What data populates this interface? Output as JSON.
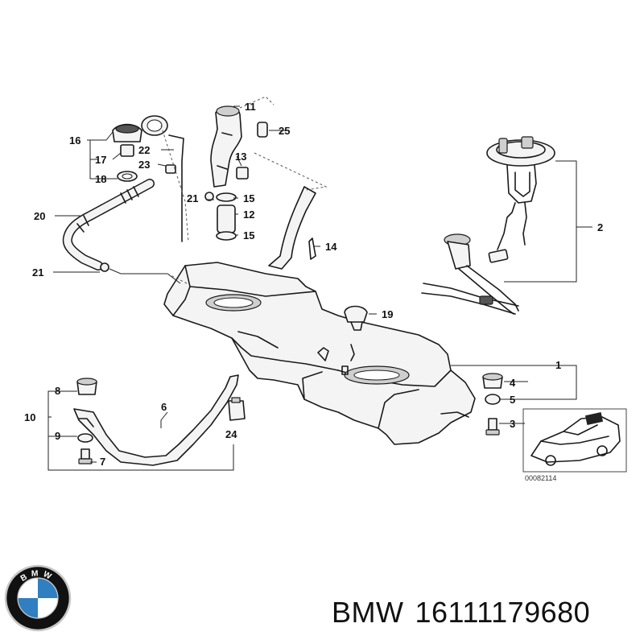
{
  "callouts": [
    "1",
    "2",
    "3",
    "4",
    "5",
    "6",
    "7",
    "8",
    "9",
    "10",
    "11",
    "12",
    "13",
    "14",
    "15",
    "15",
    "16",
    "17",
    "18",
    "19",
    "20",
    "21",
    "21",
    "22",
    "23",
    "24",
    "25"
  ],
  "reference_code": "00082114",
  "caption": {
    "brand": "BMW",
    "part_number": "16111179680"
  },
  "logo": {
    "letters": "BMW",
    "colors": {
      "ring": "#111111",
      "blue": "#2f7fc1",
      "white": "#ffffff",
      "chrome": "#c8c8c8"
    }
  }
}
